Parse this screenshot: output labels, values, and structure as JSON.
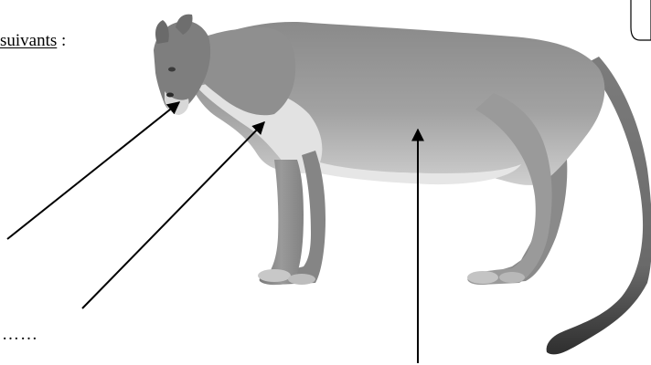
{
  "document": {
    "header_word": "suivants",
    "header_colon": " :",
    "answer_dots": "……"
  },
  "illustration": {
    "subject": "cougar",
    "style": "grayscale drawing",
    "arrow_count": 3
  },
  "colors": {
    "ink": "#000000",
    "fur_dark": "#6f6f6f",
    "fur_mid": "#9a9a9a",
    "fur_light": "#dcdcdc"
  }
}
